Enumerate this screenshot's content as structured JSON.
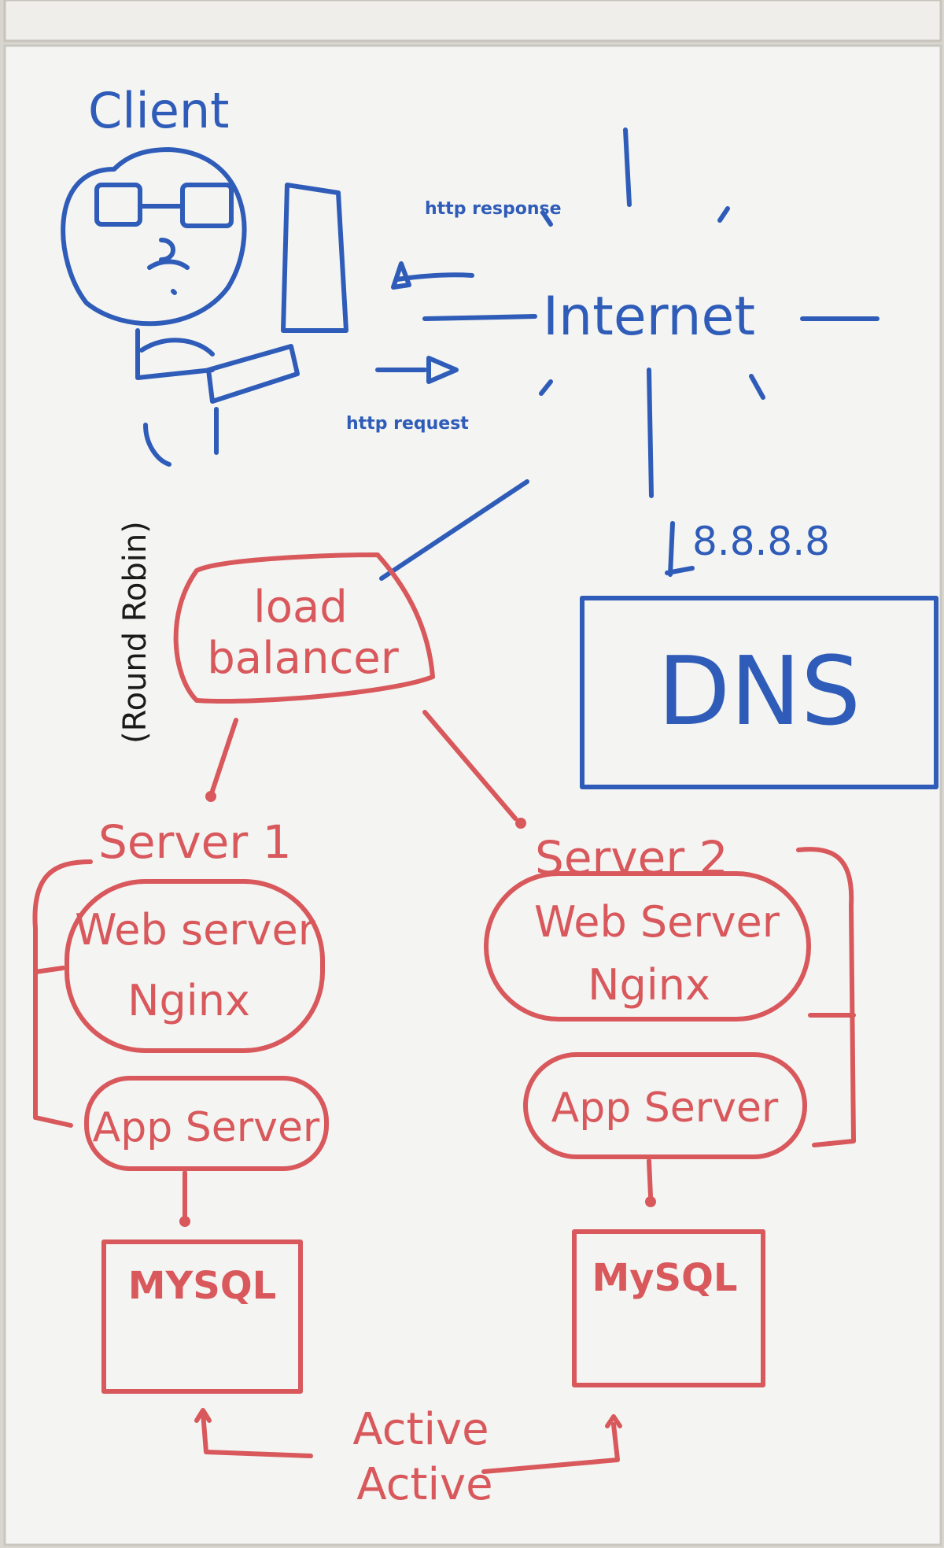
{
  "colors": {
    "blue_marker": "#2e5cb8",
    "red_marker": "#d8585c",
    "black_marker": "#1a1a1a",
    "board": "#f4f4f2"
  },
  "client": {
    "label": "Client"
  },
  "arrows": {
    "response_label": "http response",
    "request_label": "http request"
  },
  "internet": {
    "label": "Internet"
  },
  "dns": {
    "ip": "8.8.8.8",
    "label": "DNS"
  },
  "load_balancer": {
    "label_line1": "load",
    "label_line2": "balancer",
    "side_note": "(Round Robin)"
  },
  "server1": {
    "title": "Server 1",
    "web_line1": "Web server",
    "web_line2": "Nginx",
    "app": "App Server",
    "db": "MYSQL"
  },
  "server2": {
    "title": "Server 2",
    "web_line1": "Web Server",
    "web_line2": "Nginx",
    "app": "App Server",
    "db": "MySQL"
  },
  "replication": {
    "line1": "Active",
    "line2": "Active"
  }
}
